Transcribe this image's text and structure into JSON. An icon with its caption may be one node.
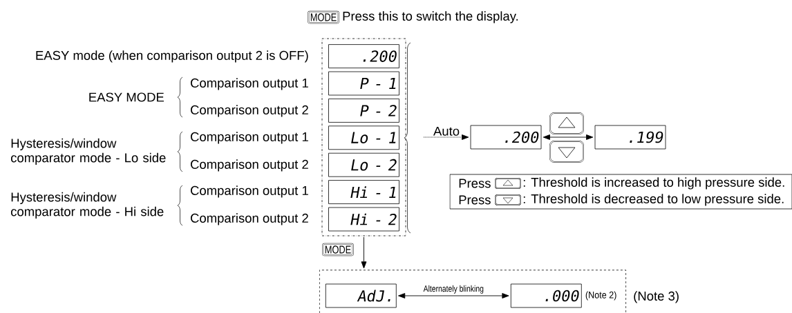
{
  "diagram": {
    "nodes": [
      {
        "text": [
          "MODE"
        ],
        "beside": [
          "Press this to switch the display."
        ]
      },
      {
        "text": [],
        "shape": "box"
      },
      {
        "text": [
          ".200"
        ],
        "in": 1
      },
      {
        "text": [
          "P - 1"
        ],
        "in": 1
      },
      {
        "text": [
          "P - 2"
        ],
        "in": 1
      },
      {
        "text": [
          "Lo - 1"
        ],
        "in": 1
      },
      {
        "text": [
          "Lo - 2"
        ],
        "in": 1
      },
      {
        "text": [
          "Hi - 1"
        ],
        "in": 1
      },
      {
        "text": [
          "Hi - 2"
        ],
        "in": 1
      },
      {
        "text": [
          ".200"
        ]
      },
      {
        "text": [],
        "shape": "box"
      },
      {
        "text": [],
        "shape": "box"
      },
      {
        "text": [
          ".199"
        ]
      },
      {
        "text": [
          "Press",
          ": Threshold is increased to high pressure side.",
          "Press",
          ": Threshold is decreased to low pressure side."
        ]
      },
      {
        "text": [
          "MODE"
        ]
      },
      {
        "text": [],
        "shape": "box"
      },
      {
        "text": [
          "AdJ."
        ],
        "in": 15
      },
      {
        "text": [
          ".000"
        ],
        "in": 15,
        "beside": [
          "(Note 2)"
        ]
      }
    ],
    "edges": [
      {
        "from": 1,
        "to": 9,
        "arrow": "to",
        "label": "Auto",
        "style": "dashed"
      },
      {
        "from": 9,
        "to": 12,
        "arrow": "both"
      },
      {
        "from": 1,
        "to": 15,
        "arrow": "to"
      },
      {
        "from": 16,
        "to": 17,
        "arrow": "both",
        "label": "Alternately blinking"
      }
    ],
    "labels": [
      "EASY mode (when comparison output 2 is OFF)",
      "EASY MODE",
      "Comparison output 1",
      "Comparison output 2",
      "Hysteresis/window comparator mode - Lo side",
      "Comparison output 1",
      "Comparison output 2",
      "Hysteresis/window comparator mode - Hi side",
      "Comparison output 1",
      "Comparison output 2",
      "(Note 3)"
    ]
  }
}
